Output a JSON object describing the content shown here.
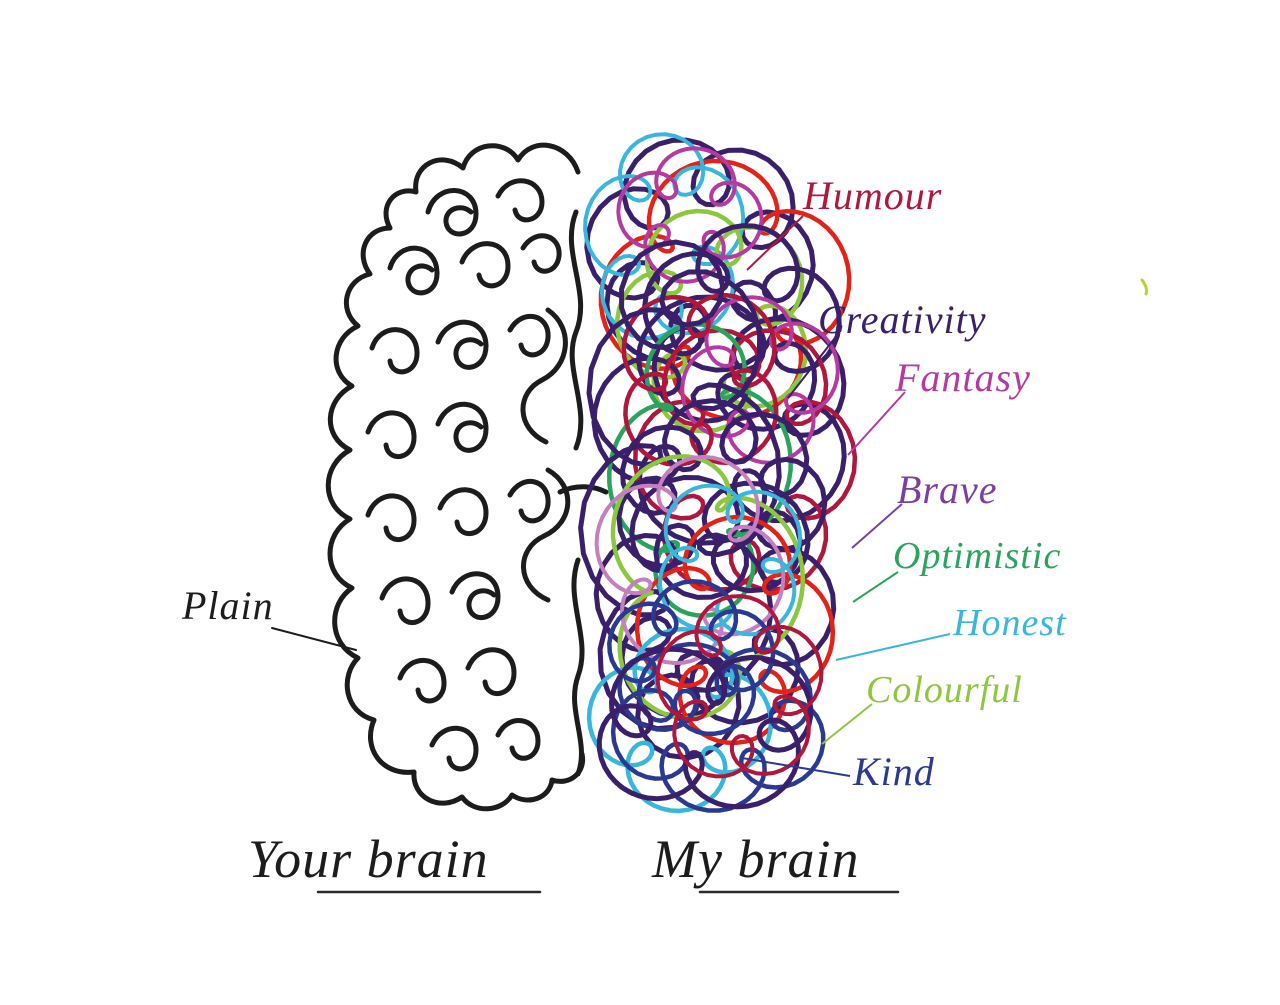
{
  "illustration": {
    "background": "#ffffff",
    "left": {
      "annotation": "Plain",
      "caption": "Your brain",
      "ink_color": "#1c1c1c"
    },
    "right": {
      "caption": "My brain",
      "traits": [
        {
          "label": "Humour",
          "color": "#b0173c"
        },
        {
          "label": "Creativity",
          "color": "#3a1f6b"
        },
        {
          "label": "Fantasy",
          "color": "#b53aa0"
        },
        {
          "label": "Brave",
          "color": "#7a3fa5"
        },
        {
          "label": "Optimistic",
          "color": "#2aa45c"
        },
        {
          "label": "Honest",
          "color": "#38b6dc"
        },
        {
          "label": "Colourful",
          "color": "#8dc63f"
        },
        {
          "label": "Kind",
          "color": "#2b3990"
        }
      ],
      "scribble_palette": [
        "#3a1f6b",
        "#b0173c",
        "#e2231a",
        "#8dc63f",
        "#2aa45c",
        "#38b6dc",
        "#b53aa0",
        "#2b3990",
        "#c47fc0"
      ]
    }
  }
}
